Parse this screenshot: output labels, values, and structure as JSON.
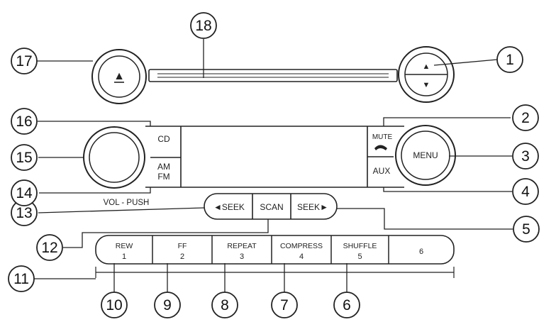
{
  "panel": {
    "eject_symbol": "▲",
    "seek_up_symbol": "▲",
    "seek_down_symbol": "▼",
    "cd_label": "CD",
    "am_label": "AM",
    "fm_label": "FM",
    "vol_push_label": "VOL - PUSH",
    "mute_label": "MUTE",
    "menu_label": "MENU",
    "aux_label": "AUX",
    "seek_left_label": "◄SEEK",
    "scan_label": "SCAN",
    "seek_right_label": "SEEK►",
    "presets": [
      {
        "name": "REW",
        "number": "1"
      },
      {
        "name": "FF",
        "number": "2"
      },
      {
        "name": "REPEAT",
        "number": "3"
      },
      {
        "name": "COMPRESS",
        "number": "4"
      },
      {
        "name": "SHUFFLE",
        "number": "5"
      },
      {
        "name": "",
        "number": "6"
      }
    ]
  },
  "callouts": [
    "1",
    "2",
    "3",
    "4",
    "5",
    "6",
    "7",
    "8",
    "9",
    "10",
    "11",
    "12",
    "13",
    "14",
    "15",
    "16",
    "17",
    "18"
  ],
  "colors": {
    "line": "#222222",
    "panel": "#ffffff",
    "shade": "#d9d9d9"
  }
}
